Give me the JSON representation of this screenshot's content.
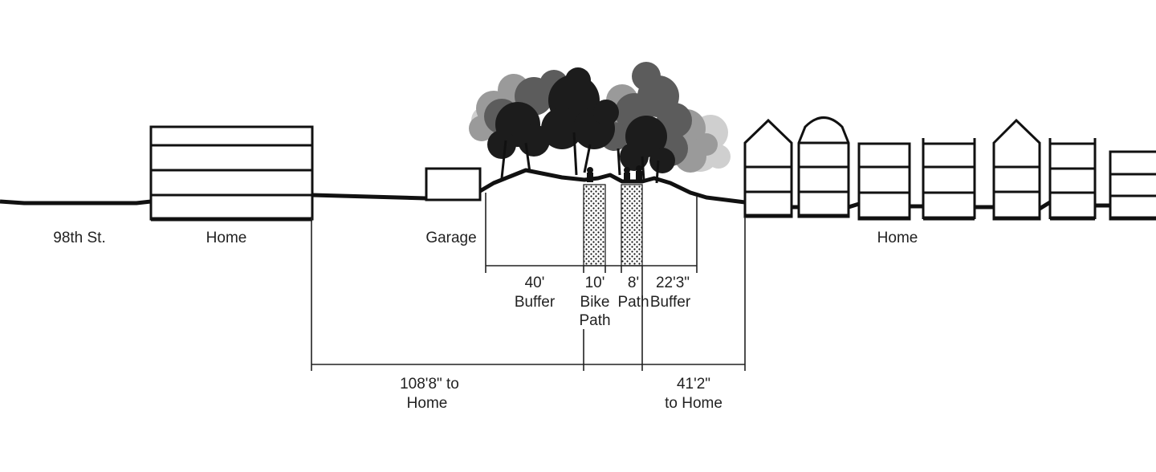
{
  "diagram": {
    "labels": {
      "street": "98th St.",
      "home_left": "Home",
      "garage": "Garage",
      "home_right": "Home"
    },
    "dimensions": {
      "buffer_40": {
        "value": "40'",
        "label": "Buffer"
      },
      "bike_path": {
        "value": "10'",
        "line1": "Bike",
        "line2": "Path"
      },
      "path_8": {
        "value": "8'",
        "label": "Path"
      },
      "buffer_22": {
        "value": "22'3\"",
        "label": "Buffer"
      },
      "to_home_left": {
        "line1": "108'8\" to",
        "line2": "Home"
      },
      "to_home_right": {
        "line1": "41'2\"",
        "line2": "to Home"
      }
    },
    "colors": {
      "ink": "#111111",
      "tree_dark": "#1a1a1a",
      "tree_mid": "#555555",
      "tree_light": "#999999",
      "tree_pale": "#cccccc"
    }
  }
}
